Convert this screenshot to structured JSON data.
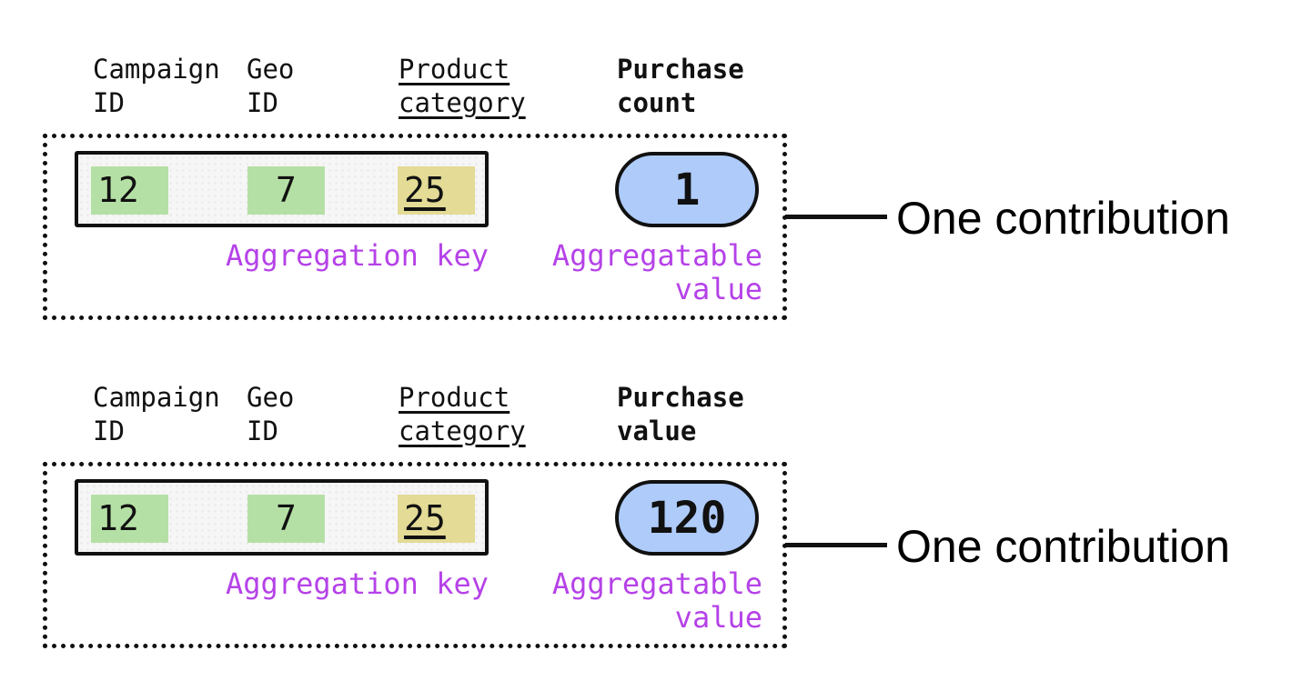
{
  "colors": {
    "green": "#b5e0a5",
    "yellow": "#e3db96",
    "blue": "#aecbfa",
    "purple": "#b542e8",
    "ink": "#111111"
  },
  "contributions": [
    {
      "key_columns": [
        {
          "line1": "Campaign",
          "line2": "ID",
          "value": "12"
        },
        {
          "line1": "Geo",
          "line2": "ID",
          "value": "7"
        },
        {
          "line1": "Product",
          "line2": "category",
          "value": "25"
        }
      ],
      "value_column": {
        "line1": "Purchase",
        "line2": "count",
        "value": "1"
      },
      "aggregation_key_label": "Aggregation key",
      "aggregatable_label_line1": "Aggregatable",
      "aggregatable_label_line2": "value",
      "callout_label": "One contribution"
    },
    {
      "key_columns": [
        {
          "line1": "Campaign",
          "line2": "ID",
          "value": "12"
        },
        {
          "line1": "Geo",
          "line2": "ID",
          "value": "7"
        },
        {
          "line1": "Product",
          "line2": "category",
          "value": "25"
        }
      ],
      "value_column": {
        "line1": "Purchase",
        "line2": "value",
        "value": "120"
      },
      "aggregation_key_label": "Aggregation key",
      "aggregatable_label_line1": "Aggregatable",
      "aggregatable_label_line2": "value",
      "callout_label": "One contribution"
    }
  ]
}
